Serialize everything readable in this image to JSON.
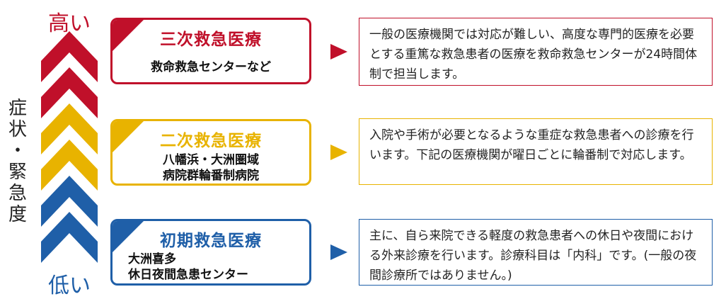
{
  "scale": {
    "high_label": "高い",
    "low_label": "低い",
    "axis_label_chars": [
      "症",
      "状",
      "・",
      "緊",
      "急",
      "度"
    ]
  },
  "tiers": [
    {
      "title": "三次救急医療",
      "lines": [
        "救命救急センターなど"
      ],
      "description": "一般の医療機関では対応が難しい、高度な専門的医療を必要とする重篤な救急患者の医療を救命救急センターが24時間体制で担当します。",
      "color": "#c0102a"
    },
    {
      "title": "二次救急医療",
      "lines": [
        "八幡浜・大洲圏域",
        "病院群輪番制病院"
      ],
      "description": "入院や手術が必要となるような重症な救急患者への診療を行います。下記の医療機関が曜日ごとに輪番制で対応します。",
      "color": "#e8b300"
    },
    {
      "title": "初期救急医療",
      "lines": [
        "大洲喜多",
        "休日夜間急患センター"
      ],
      "description": "主に、自ら来院できる軽度の救急患者への休日や夜間における外来診療を行います。診療科目は「内科」です。(一般の夜間診療所ではありません。)",
      "color": "#1f5fa8"
    }
  ]
}
